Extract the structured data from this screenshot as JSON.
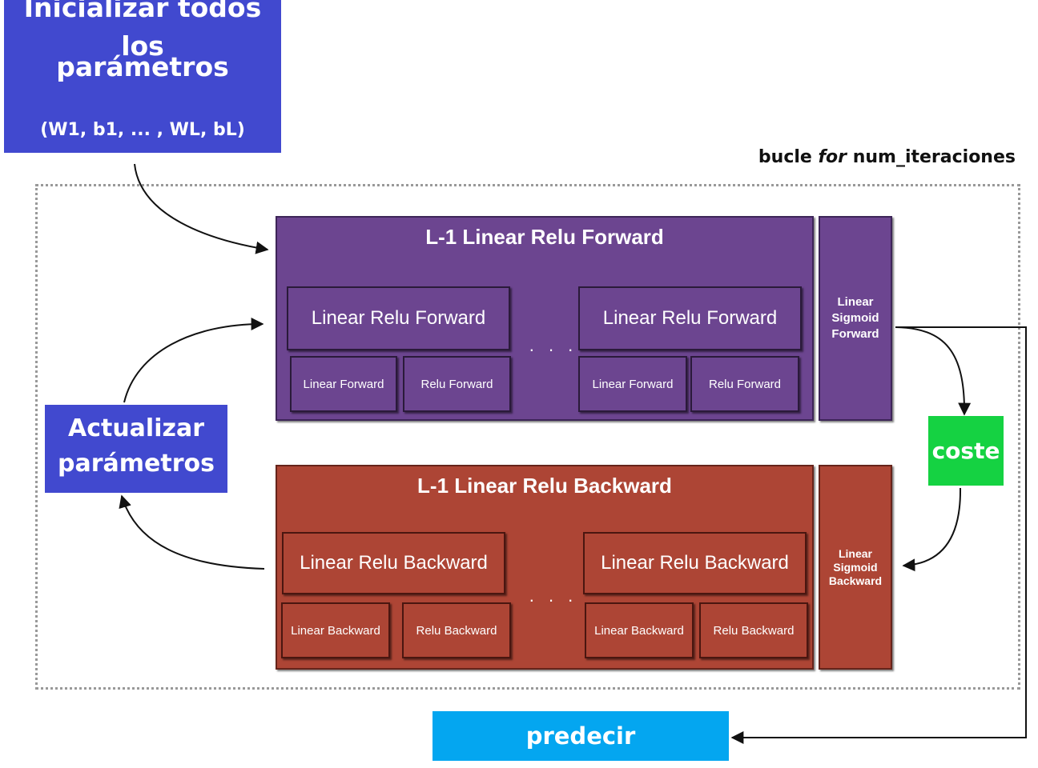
{
  "init": {
    "line1": "Inicializar todos los",
    "line2": "parámetros",
    "params": "(W1, b1, ... , WL, bL)"
  },
  "loop": {
    "prefix": "bucle ",
    "keyword": "for",
    "suffix": " num_iteraciones"
  },
  "forward": {
    "title": "L-1 Linear Relu Forward",
    "block_label": "Linear Relu Forward",
    "sub_linear": "Linear Forward",
    "sub_relu": "Relu Forward",
    "dots": ". . .",
    "sigmoid": {
      "line1": "Linear",
      "line2": "Sigmoid",
      "line3": "Forward"
    }
  },
  "backward": {
    "title": "L-1 Linear Relu Backward",
    "block_label": "Linear Relu Backward",
    "sub_linear": "Linear Backward",
    "sub_relu": "Relu Backward",
    "dots": ". . .",
    "sigmoid": {
      "line1": "Linear",
      "line2": "Sigmoid",
      "line3": "Backward"
    }
  },
  "update": {
    "line1": "Actualizar",
    "line2": "parámetros"
  },
  "cost": "coste",
  "predict": "predecir",
  "colors": {
    "init_blue": "#4149cf",
    "forward_purple": "#6c4590",
    "backward_red": "#ad4535",
    "cost_green": "#15d242",
    "predict_cyan": "#04a6f0"
  }
}
